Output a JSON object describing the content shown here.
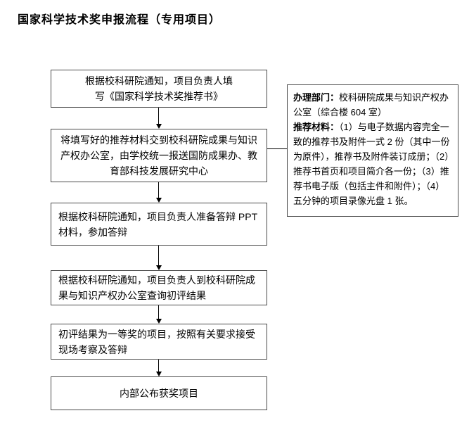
{
  "page": {
    "title": "国家科学技术奖申报流程（专用项目）"
  },
  "flow": {
    "steps": [
      {
        "text": "根据校科研院通知，项目负责人填\n写《国家科学技术奖推荐书》"
      },
      {
        "text": "将填写好的推荐材料交到校科研院成果与知识\n产权办公室，由学校统一报送国防成果办、教\n育部科技发展研究中心"
      },
      {
        "text": "根据校科研院通知，项目负责人准备答辩 PPT\n材料，参加答辩"
      },
      {
        "text": "根据校科研院通知，项目负责人到校科研院成\n果与知识产权办公室查询初评结果"
      },
      {
        "text": "初评结果为一等奖的项目，按照有关要求接受\n现场考察及答辩"
      },
      {
        "text": "内部公布获奖项目"
      }
    ]
  },
  "note": {
    "dept_label": "办理部门：",
    "dept_text": "校科研院成果与知识产权办公室（综合楼 604 室）",
    "materials_label": "推荐材料：",
    "materials_text": "（1）与电子数据内容完全一致的推荐书及附件一式 2 份（其中一份为原件），推荐书及附件装订成册；（2）推荐书首页和项目简介各一份；（3）推荐书电子版（包括主件和附件）；（4）五分钟的项目录像光盘 1 张。"
  }
}
